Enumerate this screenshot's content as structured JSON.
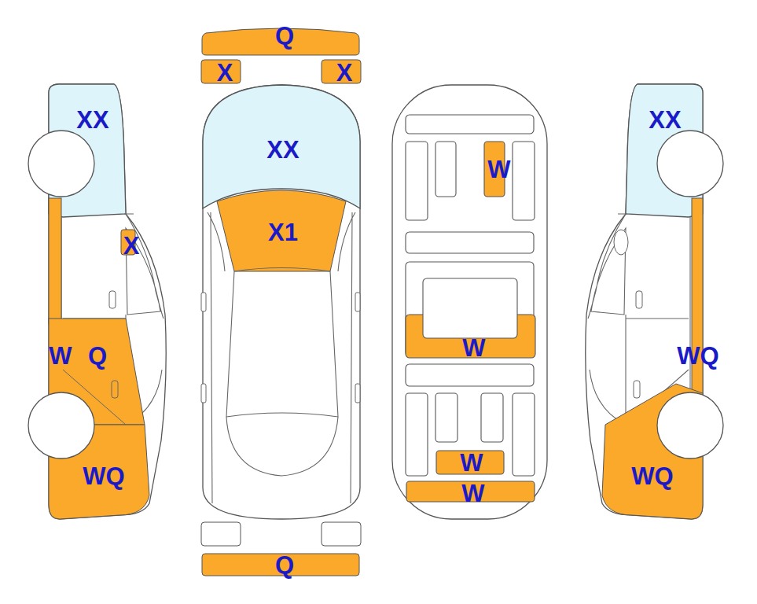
{
  "diagram": {
    "labels": [
      "Q",
      "X",
      "X",
      "XX",
      "XX",
      "W",
      "XX",
      "X1",
      "X",
      "W",
      "W",
      "Q",
      "WQ",
      "W",
      "WQ",
      "WQ",
      "W",
      "Q"
    ]
  }
}
